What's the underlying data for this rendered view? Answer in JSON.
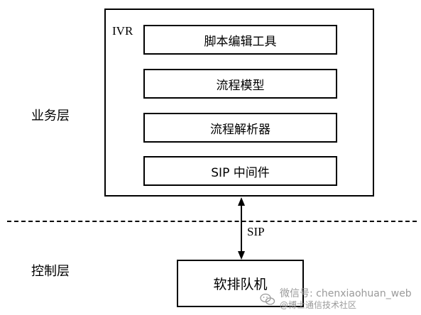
{
  "layers": {
    "business_label": "业务层",
    "control_label": "控制层"
  },
  "ivr": {
    "label": "IVR",
    "modules": [
      "脚本编辑工具",
      "流程模型",
      "流程解析器",
      "SIP 中间件"
    ]
  },
  "link": {
    "label": "SIP"
  },
  "queue": {
    "label": "软排队机"
  },
  "watermark": {
    "line1": "微信号: chenxiaohuan_web",
    "line2": "@博士通信技术社区",
    "icon": "wechat-icon"
  },
  "colors": {
    "line": "#000000",
    "background": "#ffffff",
    "watermark": "#9a9a9a"
  }
}
